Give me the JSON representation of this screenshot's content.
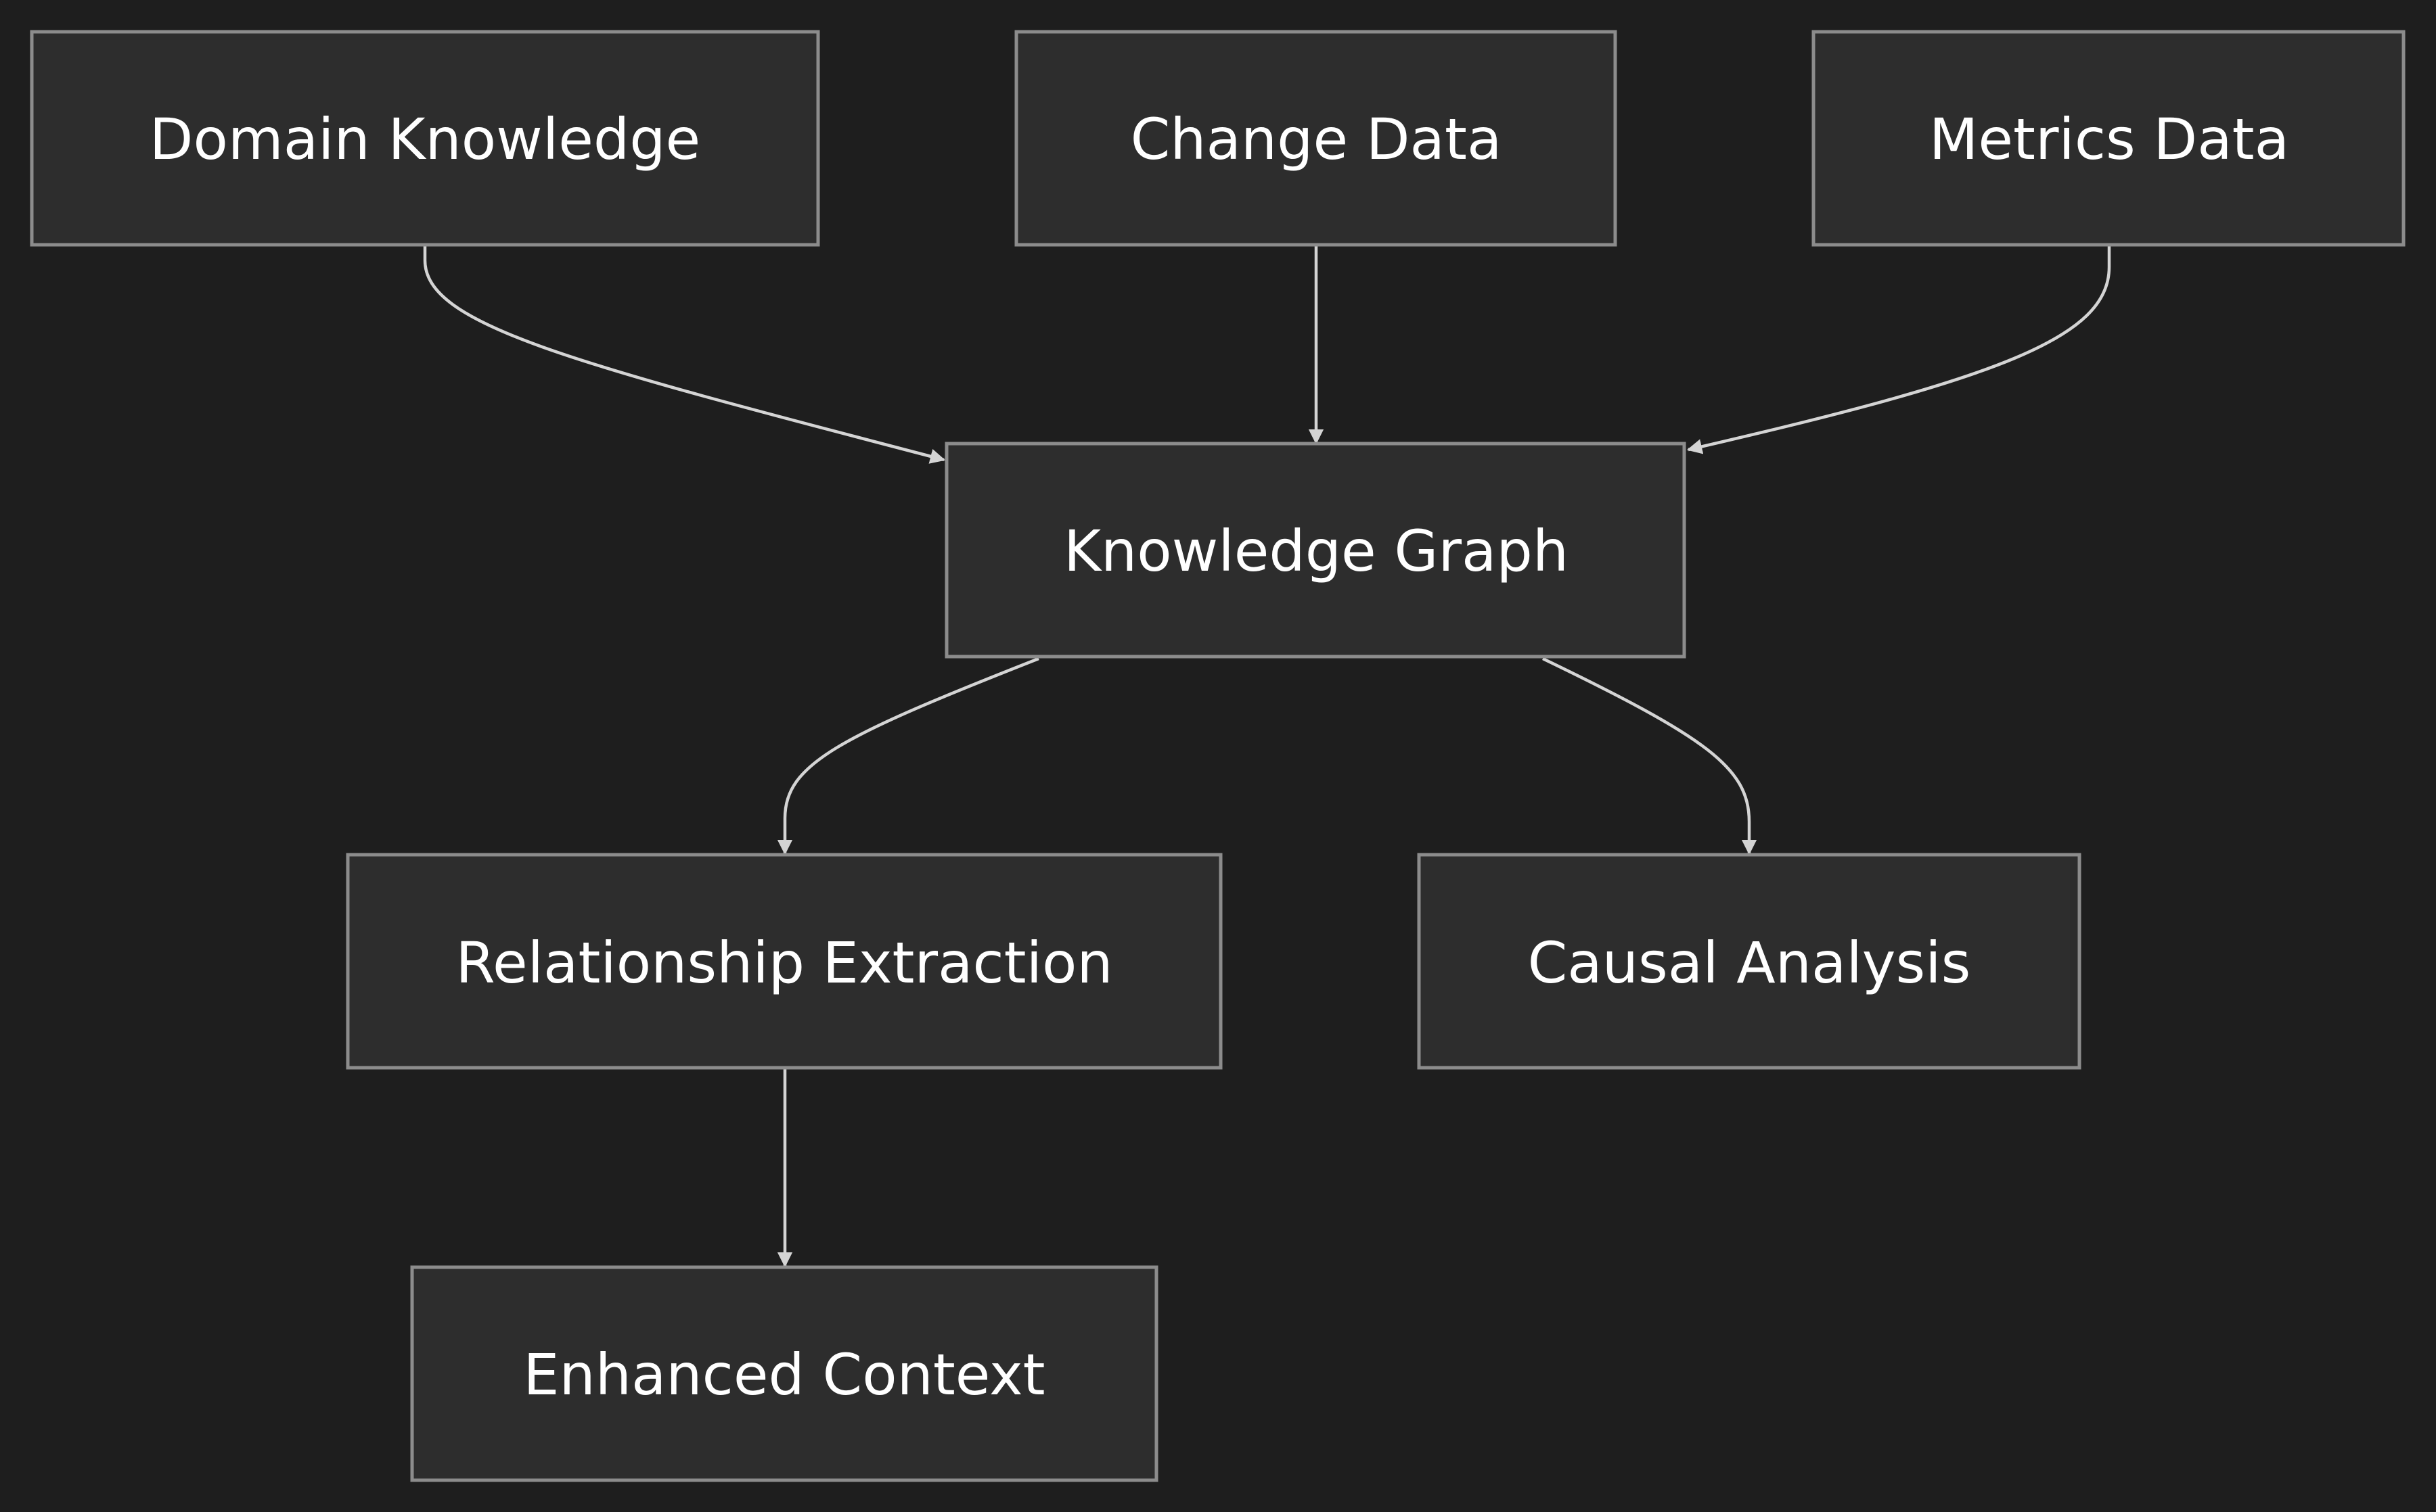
{
  "diagram": {
    "nodes": {
      "domain_knowledge": "Domain Knowledge",
      "change_data": "Change Data",
      "metrics_data": "Metrics Data",
      "knowledge_graph": "Knowledge Graph",
      "relationship_extraction": "Relationship Extraction",
      "causal_analysis": "Causal Analysis",
      "enhanced_context": "Enhanced Context"
    },
    "edges": [
      {
        "from": "Domain Knowledge",
        "to": "Knowledge Graph"
      },
      {
        "from": "Change Data",
        "to": "Knowledge Graph"
      },
      {
        "from": "Metrics Data",
        "to": "Knowledge Graph"
      },
      {
        "from": "Knowledge Graph",
        "to": "Relationship Extraction"
      },
      {
        "from": "Knowledge Graph",
        "to": "Causal Analysis"
      },
      {
        "from": "Relationship Extraction",
        "to": "Enhanced Context"
      }
    ],
    "colors": {
      "background": "#1e1e1e",
      "node_fill": "#2d2d2d",
      "node_border": "#8c8c8c",
      "edge": "#d4d4d4",
      "text": "#ffffff"
    }
  }
}
